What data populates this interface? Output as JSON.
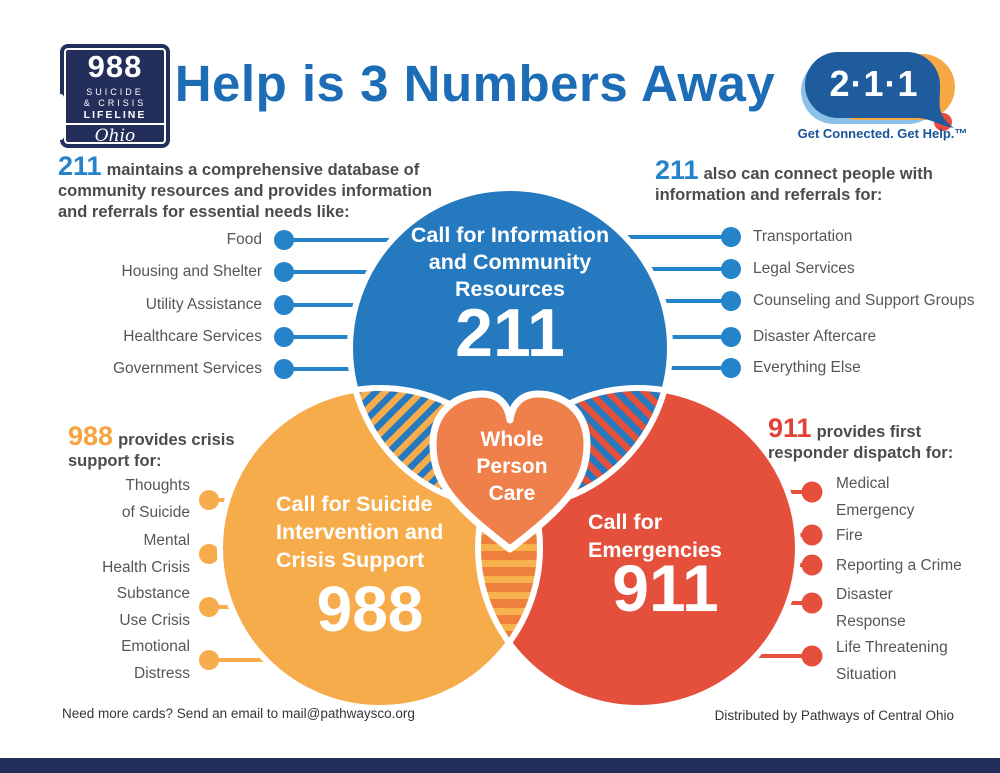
{
  "colors": {
    "navy": "#242E5B",
    "title_blue": "#1C6DB5",
    "blue": "#2579BF",
    "blue_text": "#2583C9",
    "yellow": "#F7AC4C",
    "yellow_text": "#F5A43F",
    "red": "#E4503B",
    "red_text": "#E04238",
    "heart_orange": "#EF7F4B",
    "overlap_orange": "#EF7F3C",
    "stripe_yellow": "#F8B24E",
    "gray_text": "#55565A",
    "dark_text": "#4A4B4D",
    "logo211_blue": "#1E5C9E",
    "logo211_lightblue": "#8BC0E8",
    "logo211_orange": "#F5A843",
    "logo211_red": "#E84C3D",
    "tagline_blue": "#17549A"
  },
  "header": {
    "title": "Help is 3 Numbers Away",
    "logo988": {
      "number": "988",
      "sub1": "SUICIDE",
      "sub2": "& CRISIS",
      "sub3": "LIFELINE",
      "state": "Ohio"
    },
    "logo211": {
      "number": "2·1·1",
      "tagline": "Get Connected. Get Help.™"
    }
  },
  "intro_left": {
    "number": "211",
    "text": "maintains a comprehensive database of community resources and provides information and referrals for essential needs like:",
    "items": [
      "Food",
      "Housing and Shelter",
      "Utility Assistance",
      "Healthcare Services",
      "Government Services"
    ]
  },
  "intro_right": {
    "number": "211",
    "text": "also can connect people with information and referrals for:",
    "items": [
      "Transportation",
      "Legal Services",
      "Counseling and Support Groups",
      "Disaster Aftercare",
      "Everything Else"
    ]
  },
  "venn": {
    "blue": {
      "label": "Call for Information\nand Community\nResources",
      "number": "211"
    },
    "yellow": {
      "label": "Call for Suicide\nIntervention and\nCrisis Support",
      "number": "988"
    },
    "red": {
      "label": "Call for\nEmergencies",
      "number": "911"
    },
    "center": "Whole\nPerson\nCare"
  },
  "support988": {
    "number": "988",
    "text": "provides crisis support for:",
    "items": [
      "Thoughts\nof Suicide",
      "Mental\nHealth Crisis",
      "Substance\nUse Crisis",
      "Emotional\nDistress"
    ]
  },
  "dispatch911": {
    "number": "911",
    "text": "provides first responder dispatch for:",
    "items": [
      "Medical\nEmergency",
      "Fire",
      "Reporting a Crime",
      "Disaster\nResponse",
      "Life Threatening\nSituation"
    ]
  },
  "footer": {
    "left": "Need more cards? Send an email to mail@pathwaysco.org",
    "right": "Distributed by Pathways of Central Ohio"
  }
}
